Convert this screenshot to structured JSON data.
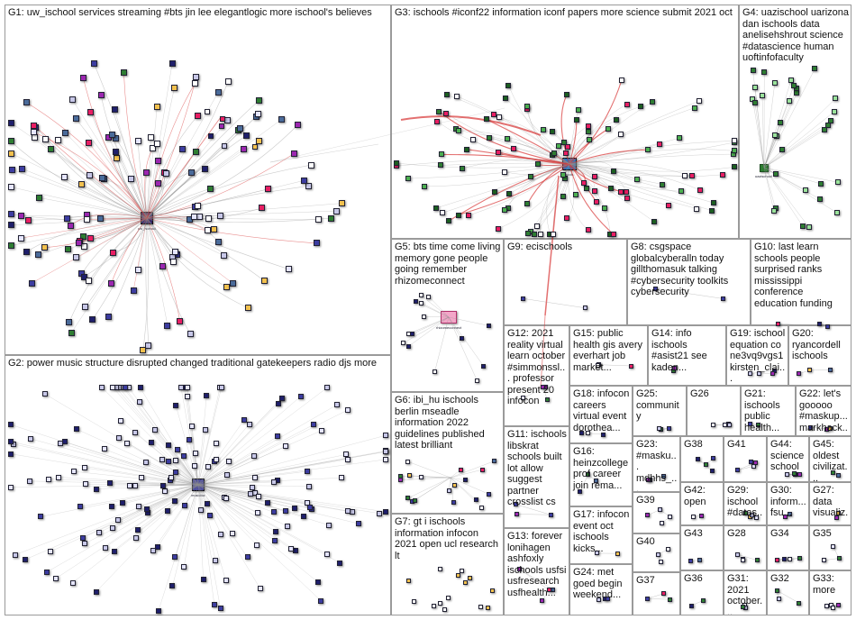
{
  "groups": {
    "g1": "G1: uw_ischool services streaming #bts jin lee elegantlogic more ischool's believes",
    "g2": "G2: power music structure disrupted changed traditional gatekeepers radio djs more",
    "g3": "G3: ischools #iconf22 information iconf papers more science submit 2021 oct",
    "g4": "G4: uazischool uarizona dan ischools data anelisehshrout science #datascience human uoftinfofaculty",
    "g5": "G5: bts time come living memory gone people going remember rhizomeconnect",
    "g6": "G6: ibi_hu ischools berlin mseadle information 2022 guidelines published latest brilliant",
    "g7": "G7: gt i ischools information infocon 2021 open ucl research lt",
    "g8": "G8: csgspace globalcyberalln today gillthomasuk talking #cybersecurity toolkits cybersecurity",
    "g9": "G9: ecischools",
    "g10": "G10: last learn schools people surprised ranks mississippi conference education funding",
    "g11": "G11: ischools libskrat schools built lot allow suggest partner crosslist cs",
    "g12": "G12: 2021 reality virtual learn october #simmonssl... professor present 20 infocon",
    "g13": "G13: forever lonihagen ashfoxly ischools usfsi usfresearch usfhealth...",
    "g14": "G14: info ischools #asist21 see kaden...",
    "g15": "G15: public health gis avery everhart job market...",
    "g16": "G16: heinzcollege prof career join rema...",
    "g17": "G17: infocon event oct ischools kicks...",
    "g18": "G18: infocon careers virtual event dorothea...",
    "g19": "G19: ischool equation co ne3vq9vgs1 kirsten_clai...",
    "g20": "G20: ryancordell ischools",
    "g21": "G21: ischools public health...",
    "g22": "G22: let's gooooo #maskup... markhack...",
    "g23": "G23: #masku... mdhhs_...",
    "g24": "G24: met goed begin weekend...",
    "g25": "G25: community",
    "g26": "G26",
    "g27": "G27: data visualiz...",
    "g28": "G28",
    "g29": "G29: ischool #datas...",
    "g30": "G30: inform... fsu...",
    "g31": "G31: 2021 october...",
    "g32": "G32",
    "g33": "G33: more",
    "g34": "G34",
    "g35": "G35",
    "g36": "G36",
    "g37": "G37",
    "g38": "G38",
    "g39": "G39",
    "g40": "G40",
    "g41": "G41",
    "g42": "G42: open",
    "g43": "G43",
    "g44": "G44: science school",
    "g45": "G45: oldest civilizat..."
  },
  "node_labels": {
    "g1_hub": "uw_ischool",
    "g2_hub": "musicbiz",
    "g3_hub": "ischools",
    "g5_hub": "rhizomeconnect",
    "g4_hub": "uazischool"
  },
  "colors": {
    "border": "#9a9a9a",
    "edge": "#8f8f8f",
    "edge_red": "#d73333",
    "node_palette": [
      "#ffffff",
      "#1f1f6b",
      "#3c3ca0",
      "#e6e6ff",
      "#c8c8e8",
      "#2e7d32",
      "#9c27b0",
      "#e91e63",
      "#f2c14e",
      "#4a6b9a"
    ]
  }
}
